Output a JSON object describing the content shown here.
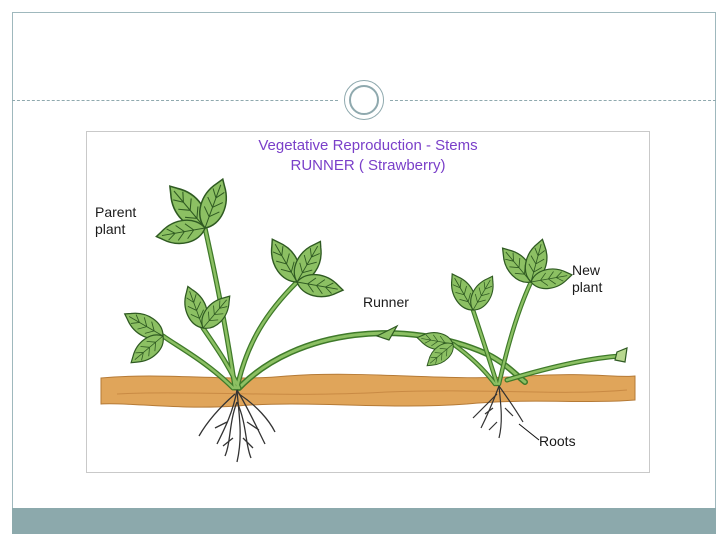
{
  "diagram": {
    "title_line1": "Vegetative Reproduction - Stems",
    "title_line2": "RUNNER ( Strawberry)",
    "labels": {
      "parent_line1": "Parent",
      "parent_line2": "plant",
      "runner": "Runner",
      "new_line1": "New",
      "new_line2": "plant",
      "roots": "Roots"
    }
  },
  "colors": {
    "title": "#7a3fc9",
    "leaf": "#8cc063",
    "leaf_dark": "#2f5a22",
    "stem": "#6aa84f",
    "soil": "#e0a55a",
    "frame": "#8ca9ac"
  }
}
